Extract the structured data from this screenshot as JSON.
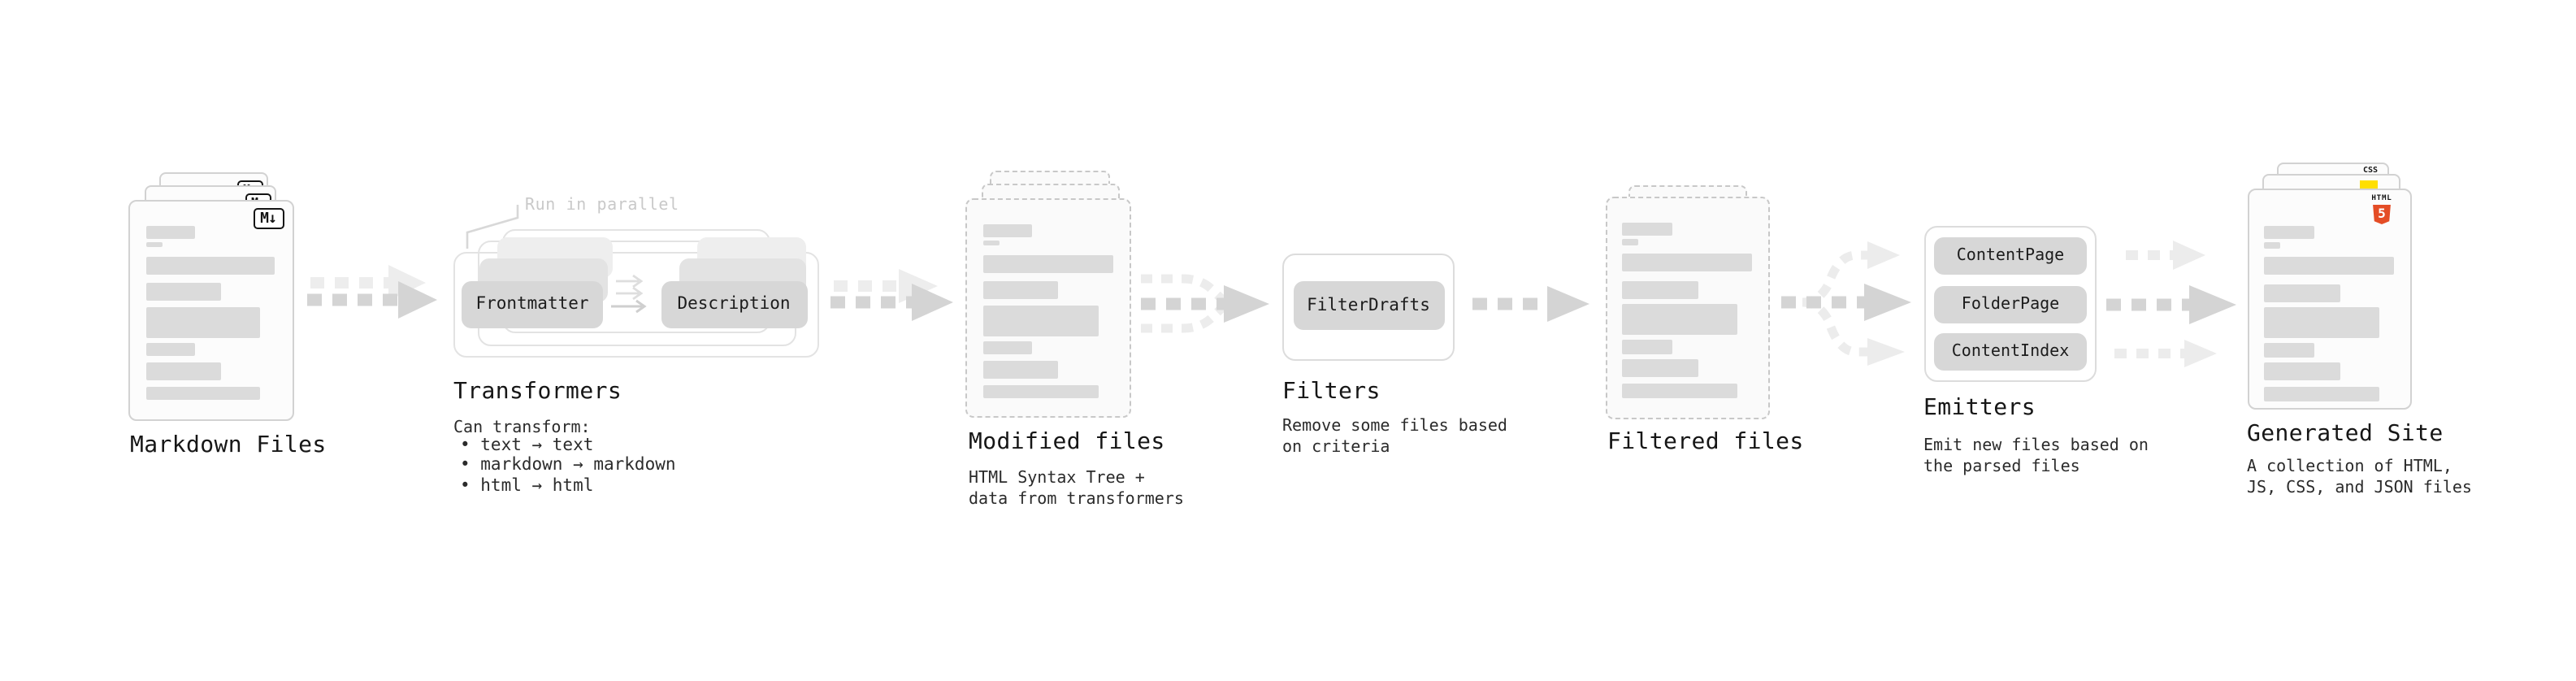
{
  "diagram": {
    "markdown": {
      "label": "Markdown Files",
      "badge": "M↓"
    },
    "transformers": {
      "note": "Run in parallel",
      "node1": "Frontmatter",
      "node2": "Description",
      "label": "Transformers",
      "desc_title": "Can transform:",
      "bullets": [
        "• text → text",
        "• markdown → markdown",
        "• html → html"
      ]
    },
    "modified": {
      "label": "Modified files",
      "desc": [
        "HTML Syntax Tree +",
        "data from transformers"
      ]
    },
    "filters": {
      "node1": "FilterDrafts",
      "label": "Filters",
      "desc": [
        "Remove some files based",
        "on criteria"
      ]
    },
    "filtered": {
      "label": "Filtered files"
    },
    "emitters": {
      "node1": "ContentPage",
      "node2": "FolderPage",
      "node3": "ContentIndex",
      "label": "Emitters",
      "desc": [
        "Emit new files based on",
        "the parsed files"
      ]
    },
    "generated": {
      "label": "Generated Site",
      "desc": [
        "A collection of HTML,",
        "JS, CSS, and JSON files"
      ],
      "css_badge": "CSS",
      "html_badge_text": "HTML",
      "html_badge_number": "5"
    }
  },
  "colors": {
    "flow_arrow": "#d4d4d4",
    "ghost_arrow": "#ececec",
    "html5_orange": "#e44d26",
    "js_yellow": "#ffdf00",
    "css_blue": "#2760e6"
  }
}
